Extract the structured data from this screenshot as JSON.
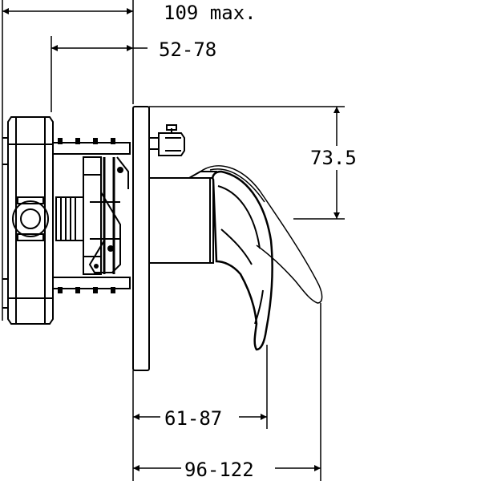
{
  "dimensions": {
    "overall_depth": "109 max.",
    "body_depth": "52-78",
    "height": "73.5",
    "lever_projection": "61-87",
    "total_projection": "96-122"
  }
}
